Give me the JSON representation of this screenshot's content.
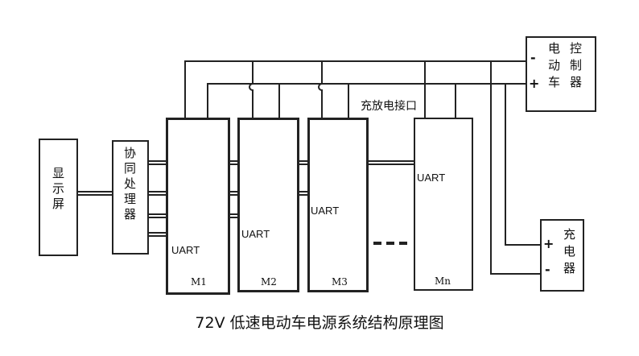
{
  "display": {
    "label": "显示屏"
  },
  "coprocessor": {
    "label": "协同处理器"
  },
  "modules": [
    {
      "label": "M1",
      "uart": "UART"
    },
    {
      "label": "M2",
      "uart": "UART"
    },
    {
      "label": "M3",
      "uart": "UART"
    },
    {
      "label": "Mn",
      "uart": "UART"
    }
  ],
  "ellipsis": "- - -",
  "charge_port": "充放电接口",
  "controller": {
    "col1": "电动车",
    "col2": "控制器",
    "minus": "-",
    "plus": "+"
  },
  "charger": {
    "label": "充电器",
    "plus": "+",
    "minus": "-"
  },
  "caption": "72V 低速电动车电源系统结构原理图",
  "colors": {
    "line": "#222222",
    "background": "#ffffff"
  }
}
